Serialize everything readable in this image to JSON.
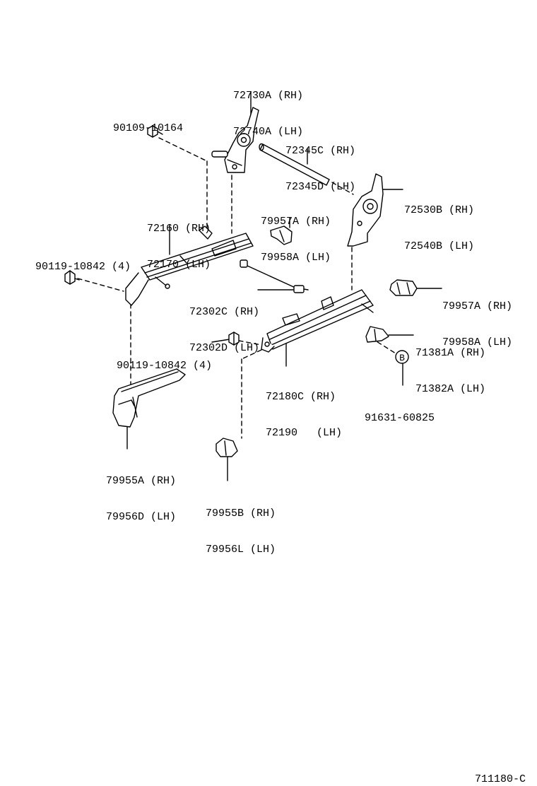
{
  "labels": {
    "p72730": [
      "72730A (RH)",
      "72740A (LH)"
    ],
    "p90109": [
      "90109-10164"
    ],
    "p72345": [
      "72345C (RH)",
      "72345D (LH)"
    ],
    "p72530": [
      "72530B (RH)",
      "72540B (LH)"
    ],
    "p72160": [
      "72160 (RH)",
      "72170 (LH)"
    ],
    "p79957_top": [
      "79957A (RH)",
      "79958A (LH)"
    ],
    "p90119_left": [
      "90119-10842 (4)"
    ],
    "p72302": [
      "72302C (RH)",
      "72302D (LH)"
    ],
    "p79957_right": [
      "79957A (RH)",
      "79958A (LH)"
    ],
    "p90119_mid": [
      "90119-10842 (4)"
    ],
    "p71381": [
      "71381A (RH)",
      "71382A (LH)"
    ],
    "p72180": [
      "72180C (RH)",
      "72190   (LH)"
    ],
    "p91631": [
      "91631-60825"
    ],
    "p79955a": [
      "79955A (RH)",
      "79956D (LH)"
    ],
    "p79955b": [
      "79955B (RH)",
      "79956L (LH)"
    ]
  },
  "callout_b": "B",
  "diagram_code": "711180-C"
}
